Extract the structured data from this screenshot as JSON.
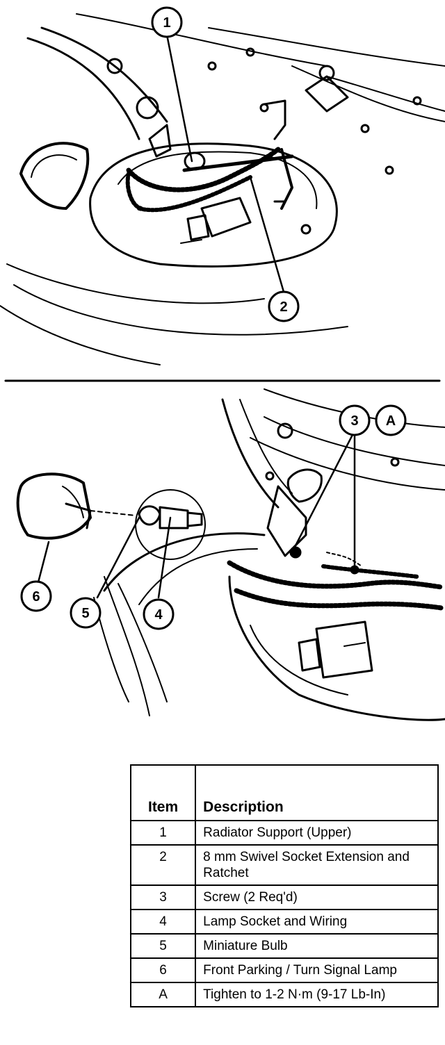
{
  "callouts": {
    "c1": "1",
    "c2": "2",
    "c3": "3",
    "cA": "A",
    "c4": "4",
    "c5": "5",
    "c6": "6"
  },
  "legend": {
    "header_item": "Item",
    "header_description": "Description",
    "rows": [
      {
        "item": "1",
        "description": "Radiator Support (Upper)"
      },
      {
        "item": "2",
        "description": "8 mm Swivel Socket Extension and Ratchet"
      },
      {
        "item": "3",
        "description": "Screw (2 Req'd)"
      },
      {
        "item": "4",
        "description": "Lamp Socket and Wiring"
      },
      {
        "item": "5",
        "description": "Miniature Bulb"
      },
      {
        "item": "6",
        "description": "Front Parking / Turn Signal Lamp"
      },
      {
        "item": "A",
        "description": "Tighten to 1-2 N·m (9-17 Lb-In)"
      }
    ]
  }
}
